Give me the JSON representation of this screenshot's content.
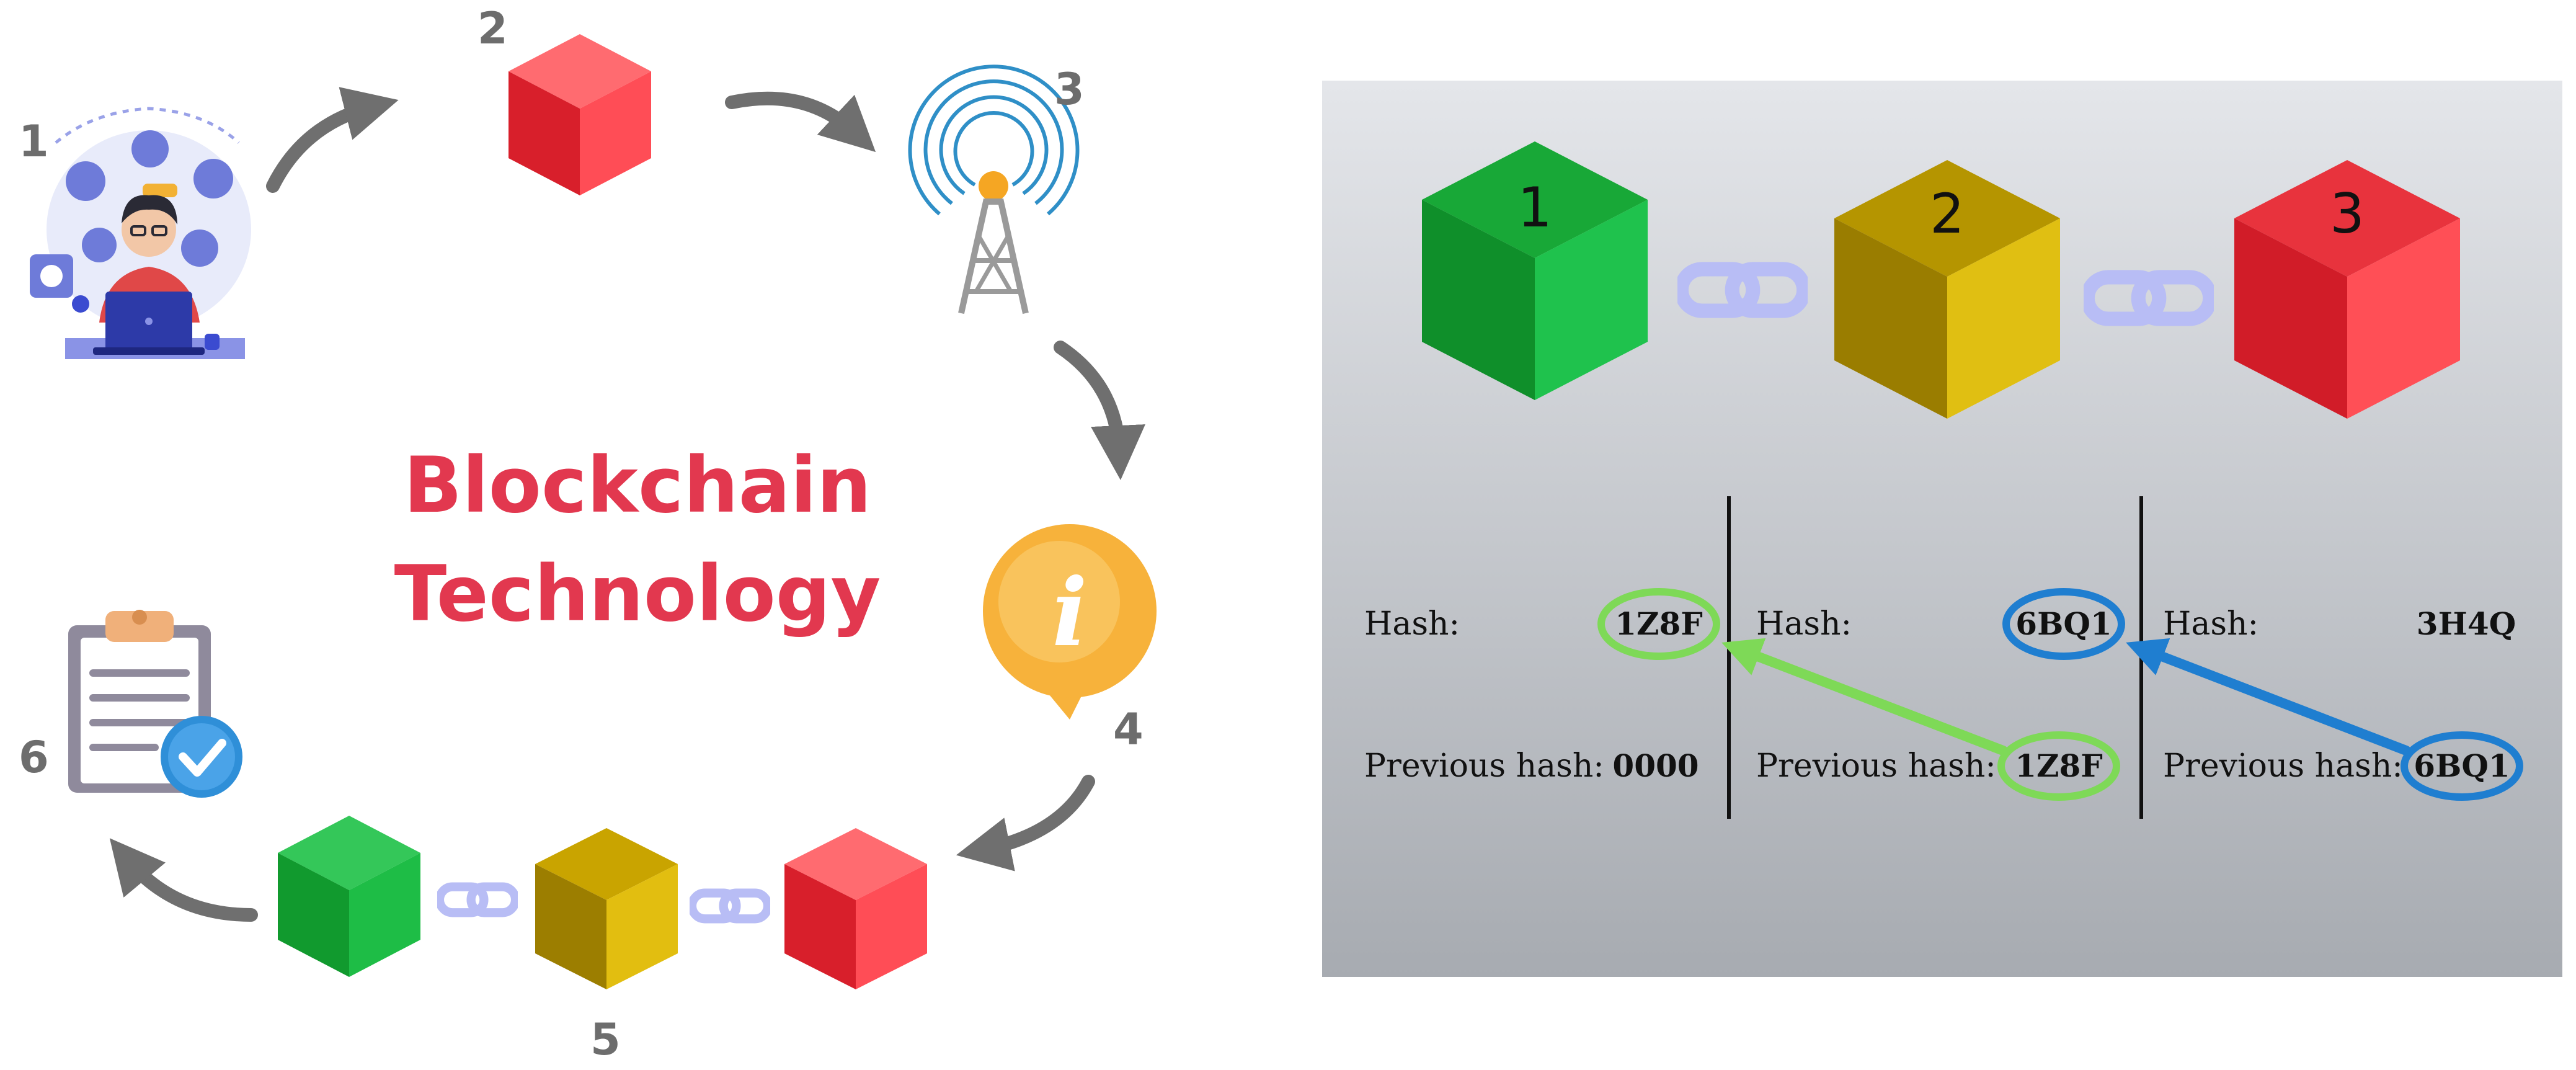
{
  "left": {
    "title_line1": "Blockchain",
    "title_line2": "Technology",
    "step_labels": [
      "1",
      "2",
      "3",
      "4",
      "5",
      "6"
    ],
    "icons": {
      "step1": "user-with-laptop-icon",
      "step2": "red-block-cube-icon",
      "step3": "radio-tower-icon",
      "step4": "info-bubble-icon",
      "step5": "chained-blocks-icon",
      "step6": "clipboard-check-icon"
    }
  },
  "right": {
    "cubes": [
      {
        "label": "1",
        "color": "#1fae3f"
      },
      {
        "label": "2",
        "color": "#c9a400"
      },
      {
        "label": "3",
        "color": "#e32231"
      }
    ],
    "blocks": [
      {
        "hash_label": "Hash:",
        "hash": "1Z8F",
        "prev_label": "Previous hash:",
        "prev": "0000"
      },
      {
        "hash_label": "Hash:",
        "hash": "6BQ1",
        "prev_label": "Previous hash:",
        "prev": "1Z8F"
      },
      {
        "hash_label": "Hash:",
        "hash": "3H4Q",
        "prev_label": "Previous hash:",
        "prev": "6BQ1"
      }
    ]
  },
  "colors": {
    "title": "#e2384f",
    "arrow_gray": "#6f6f6f",
    "green_ring": "#7ed957",
    "blue_ring": "#1f7ed0",
    "chain": "#b8bdf5",
    "panel_top": "#dfe2e6",
    "panel_bottom": "#a9adb3"
  }
}
